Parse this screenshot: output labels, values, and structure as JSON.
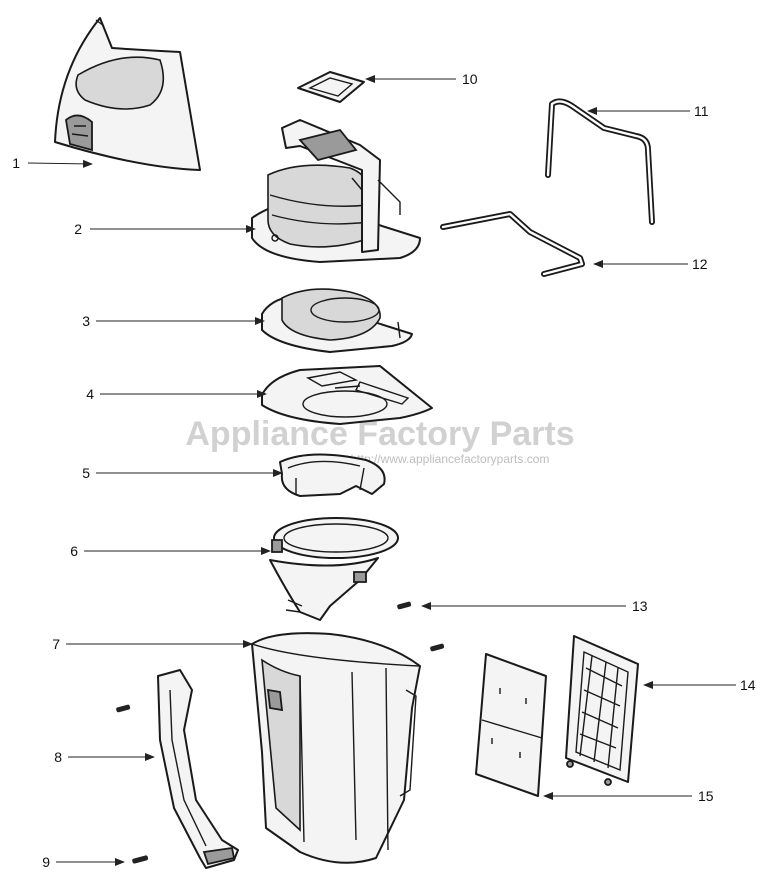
{
  "watermark": {
    "title": "Appliance Factory Parts",
    "url": "http://www.appliancefactoryparts.com"
  },
  "callouts": [
    {
      "number": "1"
    },
    {
      "number": "2"
    },
    {
      "number": "3"
    },
    {
      "number": "4"
    },
    {
      "number": "5"
    },
    {
      "number": "6"
    },
    {
      "number": "7"
    },
    {
      "number": "8"
    },
    {
      "number": "9"
    },
    {
      "number": "10"
    },
    {
      "number": "11"
    },
    {
      "number": "12"
    },
    {
      "number": "13"
    },
    {
      "number": "14"
    },
    {
      "number": "15"
    }
  ]
}
